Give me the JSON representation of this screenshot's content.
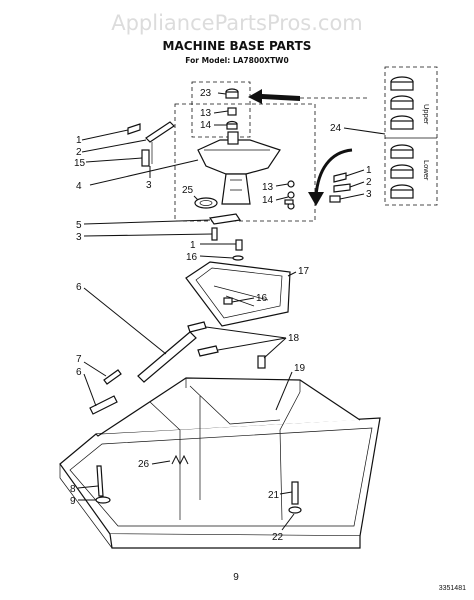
{
  "header": {
    "watermark": "AppliancePartsPros.com",
    "title": "MACHINE BASE PARTS",
    "model": "For Model: LA7800XTW0"
  },
  "side_labels": {
    "upper": "Upper",
    "lower": "Lower"
  },
  "callouts": {
    "c1a": "1",
    "c2a": "2",
    "c15": "15",
    "c3a": "3",
    "c4": "4",
    "c23": "23",
    "c13a": "13",
    "c14a": "14",
    "c25": "25",
    "c13b": "13",
    "c14b": "14",
    "c1b": "1",
    "c2b": "2",
    "c3b": "3",
    "c24": "24",
    "c5": "5",
    "c3c": "3",
    "c1c": "1",
    "c16a": "16",
    "c16b": "16",
    "c17": "17",
    "c6a": "6",
    "c18": "18",
    "c7": "7",
    "c6b": "6",
    "c19": "19",
    "c26": "26",
    "c8": "8",
    "c9": "9",
    "c21": "21",
    "c22": "22"
  },
  "footer": {
    "page_number": "9",
    "doc_number": "3351481"
  }
}
